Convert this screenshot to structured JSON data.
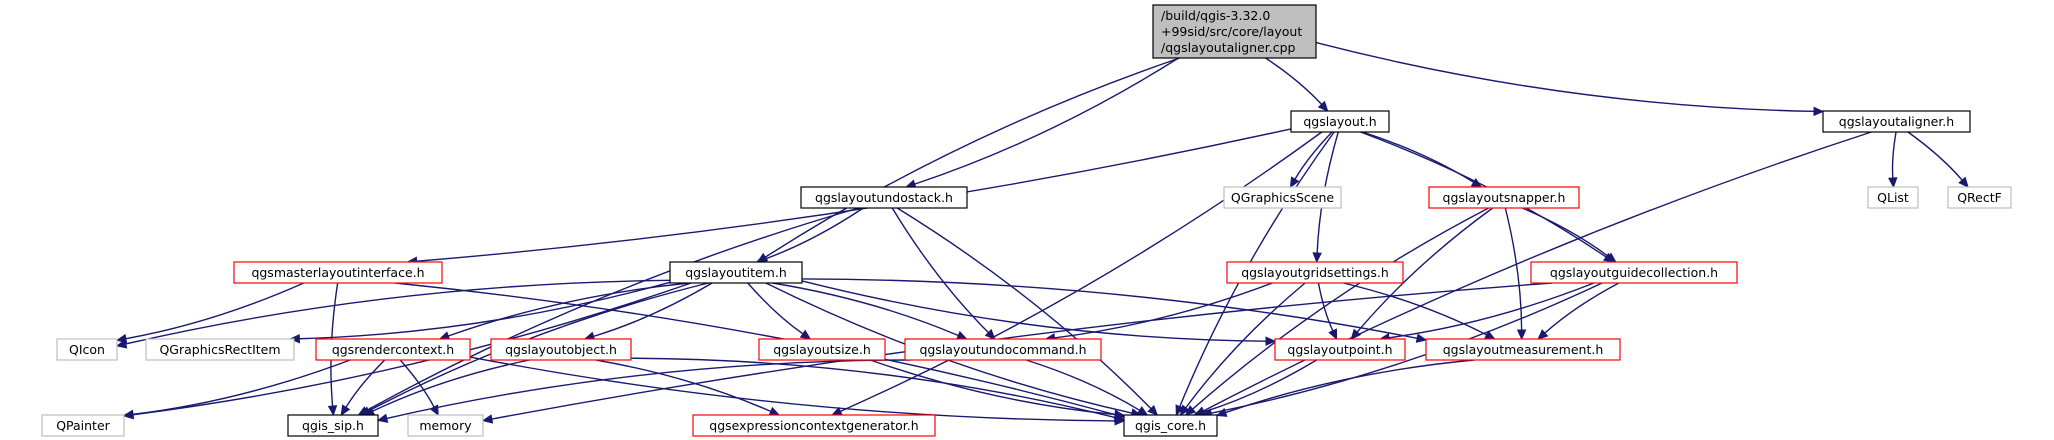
{
  "colors": {
    "edge": "#191970",
    "root_fill": "#bfbfbf",
    "root_stroke": "#000000",
    "documented_stroke": "#000000",
    "incomplete_stroke": "#ff0000",
    "external_stroke": "#bfbfbf",
    "external_text": "#000000",
    "node_fill": "#ffffff"
  },
  "nodes": [
    {
      "id": "root",
      "kind": "root",
      "lines": [
        "/build/qgis-3.32.0",
        "+99sid/src/core/layout",
        "/qgslayoutaligner.cpp"
      ]
    },
    {
      "id": "qgslayout_h",
      "kind": "documented",
      "lines": [
        "qgslayout.h"
      ]
    },
    {
      "id": "qgslayoutaligner_h",
      "kind": "documented",
      "lines": [
        "qgslayoutaligner.h"
      ]
    },
    {
      "id": "qgslayoutundostack_h",
      "kind": "documented",
      "lines": [
        "qgslayoutundostack.h"
      ]
    },
    {
      "id": "qgslayoutitem_h",
      "kind": "documented",
      "lines": [
        "qgslayoutitem.h"
      ]
    },
    {
      "id": "qgis_core_h",
      "kind": "documented",
      "lines": [
        "qgis_core.h"
      ]
    },
    {
      "id": "qgis_sip_h",
      "kind": "documented",
      "lines": [
        "qgis_sip.h"
      ]
    },
    {
      "id": "qgsmasterlayoutinterface_h",
      "kind": "incomplete",
      "lines": [
        "qgsmasterlayoutinterface.h"
      ]
    },
    {
      "id": "qgslayoutsnapper_h",
      "kind": "incomplete",
      "lines": [
        "qgslayoutsnapper.h"
      ]
    },
    {
      "id": "qgslayoutgridsettings_h",
      "kind": "incomplete",
      "lines": [
        "qgslayoutgridsettings.h"
      ]
    },
    {
      "id": "qgslayoutguidecollection_h",
      "kind": "incomplete",
      "lines": [
        "qgslayoutguidecollection.h"
      ]
    },
    {
      "id": "qgsrendercontext_h",
      "kind": "incomplete",
      "lines": [
        "qgsrendercontext.h"
      ]
    },
    {
      "id": "qgslayoutobject_h",
      "kind": "incomplete",
      "lines": [
        "qgslayoutobject.h"
      ]
    },
    {
      "id": "qgslayoutsize_h",
      "kind": "incomplete",
      "lines": [
        "qgslayoutsize.h"
      ]
    },
    {
      "id": "qgslayoutundocommand_h",
      "kind": "incomplete",
      "lines": [
        "qgslayoutundocommand.h"
      ]
    },
    {
      "id": "qgslayoutpoint_h",
      "kind": "incomplete",
      "lines": [
        "qgslayoutpoint.h"
      ]
    },
    {
      "id": "qgslayoutmeasurement_h",
      "kind": "incomplete",
      "lines": [
        "qgslayoutmeasurement.h"
      ]
    },
    {
      "id": "qgsexpressioncontextgenerator_h",
      "kind": "incomplete",
      "lines": [
        "qgsexpressioncontextgenerator.h"
      ]
    },
    {
      "id": "QGraphicsScene",
      "kind": "external",
      "lines": [
        "QGraphicsScene"
      ]
    },
    {
      "id": "QList",
      "kind": "external",
      "lines": [
        "QList"
      ]
    },
    {
      "id": "QRectF",
      "kind": "external",
      "lines": [
        "QRectF"
      ]
    },
    {
      "id": "QIcon",
      "kind": "external",
      "lines": [
        "QIcon"
      ]
    },
    {
      "id": "QGraphicsRectItem",
      "kind": "external",
      "lines": [
        "QGraphicsRectItem"
      ]
    },
    {
      "id": "QPainter",
      "kind": "external",
      "lines": [
        "QPainter"
      ]
    },
    {
      "id": "memory",
      "kind": "external",
      "lines": [
        "memory"
      ]
    }
  ],
  "edges": [
    [
      "root",
      "qgslayout_h"
    ],
    [
      "root",
      "qgslayoutaligner_h"
    ],
    [
      "root",
      "qgslayoutundostack_h"
    ],
    [
      "root",
      "qgslayoutitem_h"
    ],
    [
      "qgslayout_h",
      "qgsmasterlayoutinterface_h"
    ],
    [
      "qgslayout_h",
      "QGraphicsScene"
    ],
    [
      "qgslayout_h",
      "qgslayoutsnapper_h"
    ],
    [
      "qgslayout_h",
      "qgslayoutgridsettings_h"
    ],
    [
      "qgslayout_h",
      "qgslayoutguidecollection_h"
    ],
    [
      "qgslayout_h",
      "qgis_core_h"
    ],
    [
      "qgslayout_h",
      "qgsexpressioncontextgenerator_h"
    ],
    [
      "qgslayoutaligner_h",
      "QList"
    ],
    [
      "qgslayoutaligner_h",
      "QRectF"
    ],
    [
      "qgslayoutaligner_h",
      "qgis_core_h"
    ],
    [
      "qgslayoutundostack_h",
      "qgslayoutitem_h"
    ],
    [
      "qgslayoutundostack_h",
      "qgslayoutundocommand_h"
    ],
    [
      "qgslayoutundostack_h",
      "qgis_core_h"
    ],
    [
      "qgslayoutundostack_h",
      "qgis_sip_h"
    ],
    [
      "qgsmasterlayoutinterface_h",
      "QIcon"
    ],
    [
      "qgsmasterlayoutinterface_h",
      "qgis_sip_h"
    ],
    [
      "qgsmasterlayoutinterface_h",
      "qgis_core_h"
    ],
    [
      "qgslayoutitem_h",
      "QIcon"
    ],
    [
      "qgslayoutitem_h",
      "QGraphicsRectItem"
    ],
    [
      "qgslayoutitem_h",
      "qgsrendercontext_h"
    ],
    [
      "qgslayoutitem_h",
      "qgslayoutobject_h"
    ],
    [
      "qgslayoutitem_h",
      "qgslayoutsize_h"
    ],
    [
      "qgslayoutitem_h",
      "qgslayoutundocommand_h"
    ],
    [
      "qgslayoutitem_h",
      "qgslayoutpoint_h"
    ],
    [
      "qgslayoutitem_h",
      "qgslayoutmeasurement_h"
    ],
    [
      "qgslayoutitem_h",
      "qgis_core_h"
    ],
    [
      "qgslayoutitem_h",
      "QPainter"
    ],
    [
      "qgslayoutitem_h",
      "qgis_sip_h"
    ],
    [
      "qgslayoutsnapper_h",
      "qgslayoutguidecollection_h"
    ],
    [
      "qgslayoutsnapper_h",
      "qgslayoutpoint_h"
    ],
    [
      "qgslayoutsnapper_h",
      "qgslayoutmeasurement_h"
    ],
    [
      "qgslayoutsnapper_h",
      "qgis_core_h"
    ],
    [
      "qgslayoutgridsettings_h",
      "qgslayoutundocommand_h"
    ],
    [
      "qgslayoutgridsettings_h",
      "qgslayoutpoint_h"
    ],
    [
      "qgslayoutgridsettings_h",
      "qgslayoutmeasurement_h"
    ],
    [
      "qgslayoutgridsettings_h",
      "qgis_core_h"
    ],
    [
      "qgslayoutguidecollection_h",
      "qgslayoutpoint_h"
    ],
    [
      "qgslayoutguidecollection_h",
      "qgslayoutmeasurement_h"
    ],
    [
      "qgslayoutguidecollection_h",
      "qgis_core_h"
    ],
    [
      "qgslayoutguidecollection_h",
      "memory"
    ],
    [
      "qgsrendercontext_h",
      "QPainter"
    ],
    [
      "qgsrendercontext_h",
      "qgis_sip_h"
    ],
    [
      "qgsrendercontext_h",
      "memory"
    ],
    [
      "qgsrendercontext_h",
      "qgis_core_h"
    ],
    [
      "qgslayoutobject_h",
      "qgsexpressioncontextgenerator_h"
    ],
    [
      "qgslayoutobject_h",
      "qgis_sip_h"
    ],
    [
      "qgslayoutobject_h",
      "qgis_core_h"
    ],
    [
      "qgslayoutsize_h",
      "qgis_core_h"
    ],
    [
      "qgslayoutundocommand_h",
      "qgis_core_h"
    ],
    [
      "qgslayoutundocommand_h",
      "qgis_sip_h"
    ],
    [
      "qgslayoutpoint_h",
      "qgis_core_h"
    ],
    [
      "qgslayoutmeasurement_h",
      "qgis_core_h"
    ]
  ]
}
